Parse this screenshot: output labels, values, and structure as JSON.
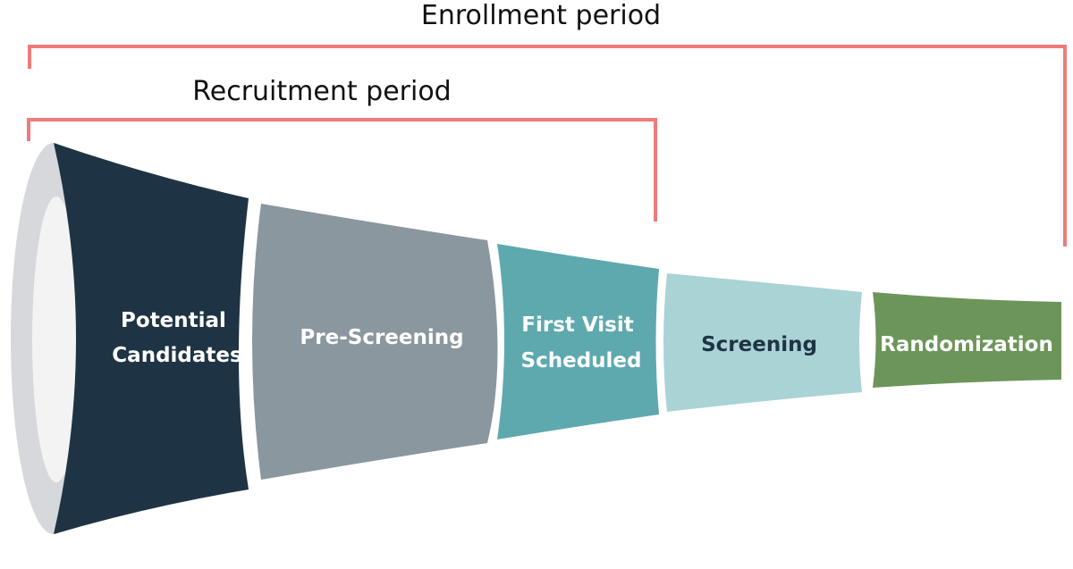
{
  "periods": {
    "enrollment": {
      "label": "Enrollment period",
      "color": "#ee7b7b"
    },
    "recruitment": {
      "label": "Recruitment period",
      "color": "#ee7b7b"
    }
  },
  "funnel": {
    "rim_color": "#d6d8dc",
    "opening_color": "#f3f3f3",
    "stages": [
      {
        "label_lines": [
          "Potential",
          "Candidates"
        ],
        "fill": "#1e3444",
        "text_color": "#ffffff"
      },
      {
        "label_lines": [
          "Pre-Screening"
        ],
        "fill": "#8a979e",
        "text_color": "#ffffff"
      },
      {
        "label_lines": [
          "First Visit",
          "Scheduled"
        ],
        "fill": "#5ea9ae",
        "text_color": "#ffffff"
      },
      {
        "label_lines": [
          "Screening"
        ],
        "fill": "#aad3d6",
        "text_color": "#1e3444"
      },
      {
        "label_lines": [
          "Randomization"
        ],
        "fill": "#6c955a",
        "text_color": "#ffffff"
      }
    ]
  }
}
